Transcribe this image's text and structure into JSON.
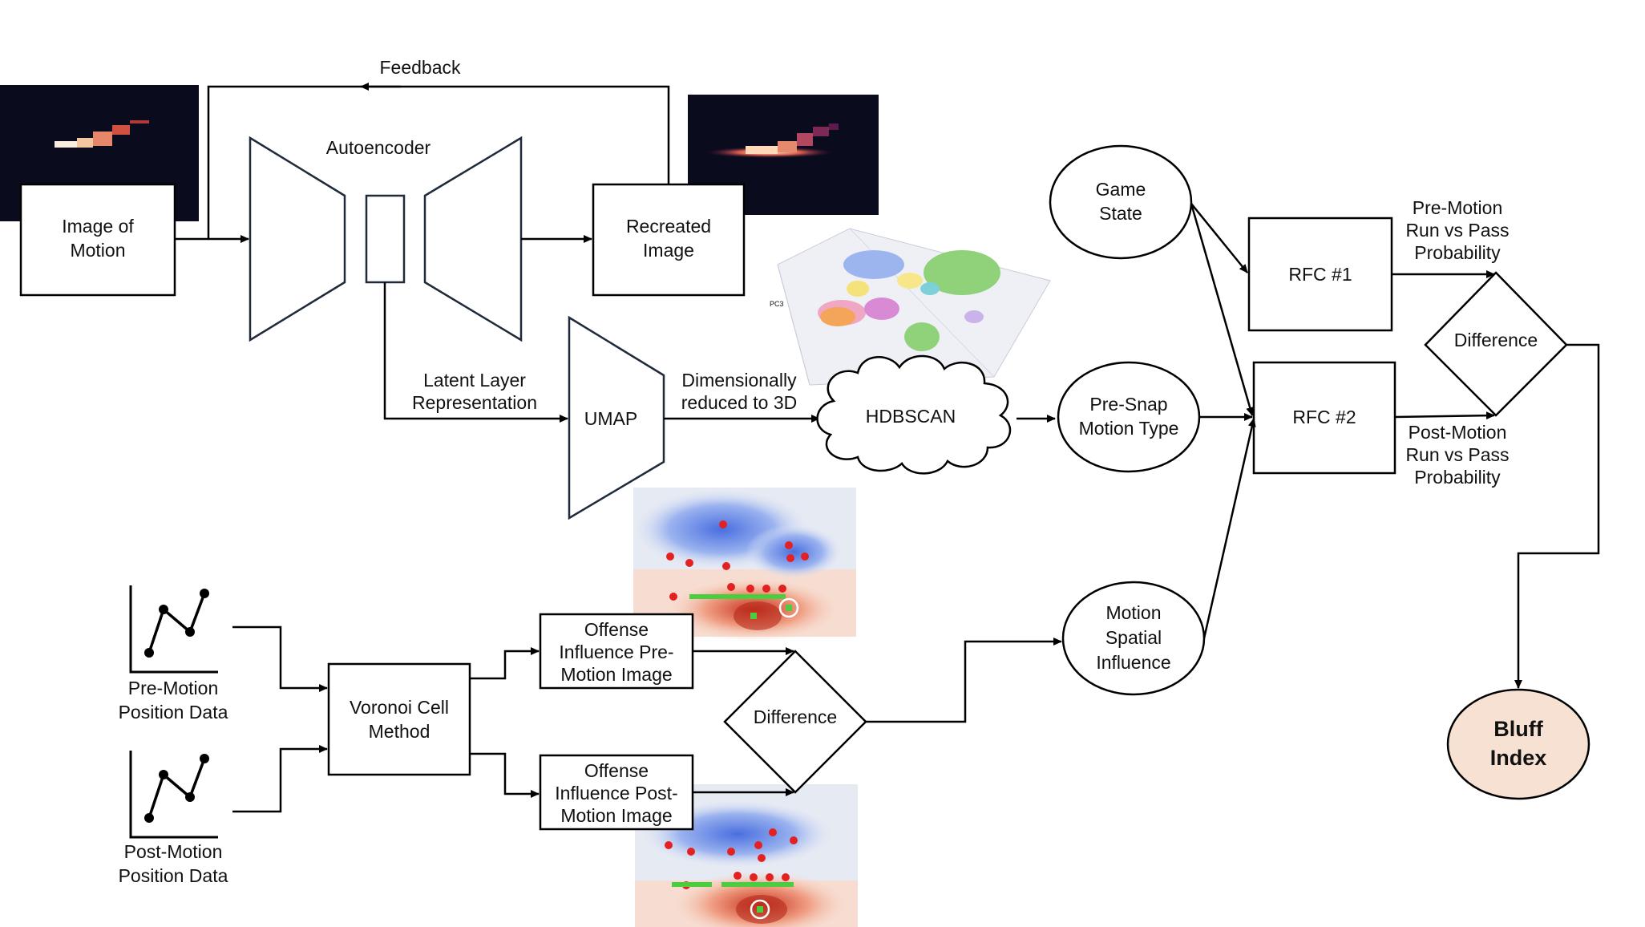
{
  "labels": {
    "feedback": "Feedback",
    "autoencoder": "Autoencoder",
    "image_of_motion": [
      "Image of",
      "Motion"
    ],
    "recreated_image": [
      "Recreated",
      "Image"
    ],
    "latent": [
      "Latent Layer",
      "Representation"
    ],
    "umap": "UMAP",
    "dim_reduced": [
      "Dimensionally",
      "reduced to 3D"
    ],
    "hdbscan": "HDBSCAN",
    "game_state": [
      "Game",
      "State"
    ],
    "presnap": [
      "Pre-Snap",
      "Motion Type"
    ],
    "rfc1": "RFC #1",
    "rfc2": "RFC #2",
    "pre_motion_prob": [
      "Pre-Motion",
      "Run vs Pass",
      "Probability"
    ],
    "post_motion_prob": [
      "Post-Motion",
      "Run vs Pass",
      "Probability"
    ],
    "difference_top": "Difference",
    "bluff": [
      "Bluff",
      "Index"
    ],
    "pre_motion_data": [
      "Pre-Motion",
      "Position Data"
    ],
    "post_motion_data": [
      "Post-Motion",
      "Position Data"
    ],
    "voronoi": [
      "Voronoi Cell",
      "Method"
    ],
    "offense_pre": [
      "Offense",
      "Influence Pre-",
      "Motion Image"
    ],
    "offense_post": [
      "Offense",
      "Influence Post-",
      "Motion Image"
    ],
    "difference_bottom": "Difference",
    "motion_spatial": [
      "Motion",
      "Spatial",
      "Influence"
    ]
  },
  "colors": {
    "bluff_fill": "#f7e1d3",
    "dark_image": "#0b0b1e",
    "heat_blue": "#6f8fe8",
    "heat_red": "#d8452b",
    "player_red": "#e32121",
    "player_green": "#4ccd3f"
  }
}
